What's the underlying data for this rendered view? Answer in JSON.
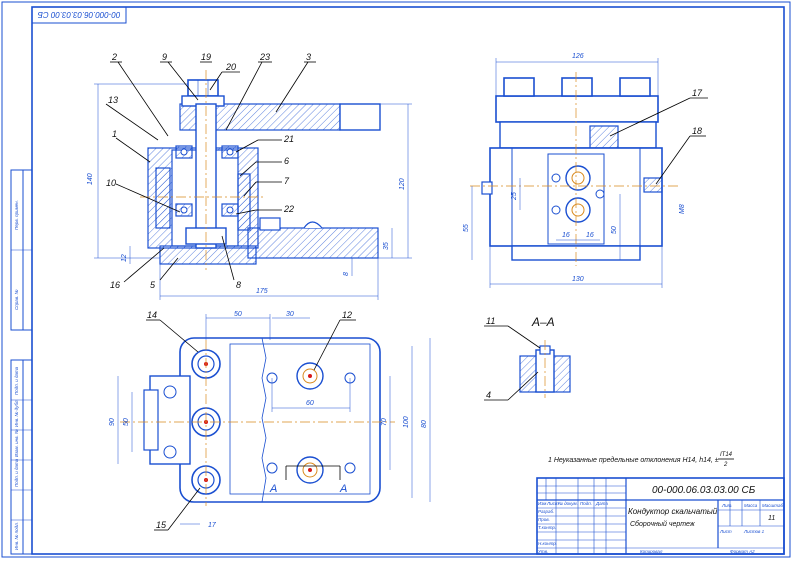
{
  "stamp_top": "00-000.06.03.03.00 CБ",
  "doc_code": "00-000.06.03.03.00 CБ",
  "title_line1": "Кондуктор скальчатый",
  "title_line2": "Сборочный чертеж",
  "sheet_no": "11",
  "section_label": "A–A",
  "cut_mark_left": "A",
  "cut_mark_right": "A",
  "note": "1 Неуказанные предельные отклонения H14, h14, ±",
  "note_fraction_top": "IT14",
  "note_fraction_bottom": "2",
  "positions": {
    "p1": "1",
    "p2": "2",
    "p3": "3",
    "p4": "4",
    "p5": "5",
    "p6": "6",
    "p7": "7",
    "p8": "8",
    "p9": "9",
    "p10": "10",
    "p11": "11",
    "p12": "12",
    "p13": "13",
    "p14": "14",
    "p15": "15",
    "p16": "16",
    "p17": "17",
    "p18": "18",
    "p19": "19",
    "p20": "20",
    "p21": "21",
    "p22": "22",
    "p23": "23"
  },
  "dims": {
    "d140": "140",
    "d120": "120",
    "d175": "175",
    "d35": "35",
    "d8": "8",
    "d12": "12",
    "d126": "126",
    "d130": "130",
    "d55": "55",
    "d25": "25",
    "d50r": "50",
    "d16a": "16",
    "d16b": "16",
    "dM8": "M8",
    "d50": "50",
    "d30": "30",
    "d60": "60",
    "d90": "90",
    "d50v": "50",
    "d70": "70",
    "d100": "100",
    "d80": "80",
    "d17": "17"
  },
  "title_block": {
    "col_izm": "Изм",
    "col_list": "Лист",
    "col_ndok": "№ докум.",
    "col_podp": "Подп.",
    "col_data": "Дата",
    "razrab": "Разраб.",
    "prov": "Пров.",
    "tkontr": "Т.контр.",
    "nkontr": "Н.контр.",
    "utv": "Утв.",
    "lit": "Лит.",
    "massa": "Масса",
    "masshtab": "Масштаб",
    "list": "Лист",
    "listov": "Листов 1",
    "kopiroval": "Копировал",
    "format": "Формат A2"
  },
  "side_strip": {
    "s1": "Перв. примен.",
    "s2": "Справ. №",
    "s3": "Подп. и дата",
    "s4": "Инв. № дубл.",
    "s5": "Взам. инв. №",
    "s6": "Подп. и дата",
    "s7": "Инв. № подл."
  }
}
